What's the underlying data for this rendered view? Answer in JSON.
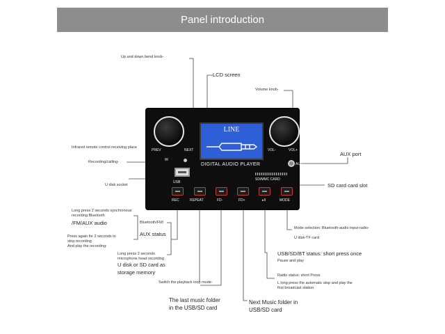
{
  "header": {
    "title": "Panel introduction"
  },
  "panel": {
    "lcd_text": "LINE",
    "brand": "DIGITAL AUDIO PLAYER",
    "knob_left": {
      "prev": "PREV",
      "next": "NEXT"
    },
    "knob_right": {
      "vol_minus": "VOL-",
      "vol_plus": "VOL+"
    },
    "ir": "IR",
    "aux": "AUX",
    "usb": "USB",
    "sd": "SD/MMC CARD",
    "buttons": [
      "REC",
      "REPEAT",
      "FD-",
      "FD+",
      "▸II",
      "MODE"
    ]
  },
  "labels": {
    "knob": "Up and down bend knob-",
    "lcd": "LCD screen",
    "volume": "Volume knob-",
    "ir_place": "Infrared remote control receiving place",
    "recording": "Recording/calling-",
    "aux_port": "AUX port",
    "u_disk": "U disk socket",
    "sd_slot": "SD card card slot",
    "long_press_sync": "Long press 2 seconds synchronous recording Bluetooth",
    "fm_aux": "/FM/AUX audio",
    "bt_fm": "Bluetooth/FM/",
    "aux_status": "AUX status",
    "press_again": "Press again for 2 seconds to stop recording",
    "play_recording": "And play the recording:",
    "long_press_mic": "Long press 2 seconds microphone head recording",
    "u_disk_sd": "U disk or SD card as",
    "storage": "storage memory",
    "mode_sel": "Mode selection: Bluetooth-audio input-radio-",
    "u_disk_tf": "U disk-TF card",
    "usb_sd_bt": "USB/SD/BT status: short press once",
    "pause_play": "Pause and play",
    "radio_status": "Radio status: short Press",
    "long_press_auto": "L long press the automatic stop and play the first broadcast station",
    "loop_mode": "Switch the playback loop mode-",
    "last_folder_1": "The last music folder",
    "last_folder_2": "in the USB/SD card",
    "next_folder_1": "Next Music folder in",
    "next_folder_2": "USB/SD card"
  }
}
